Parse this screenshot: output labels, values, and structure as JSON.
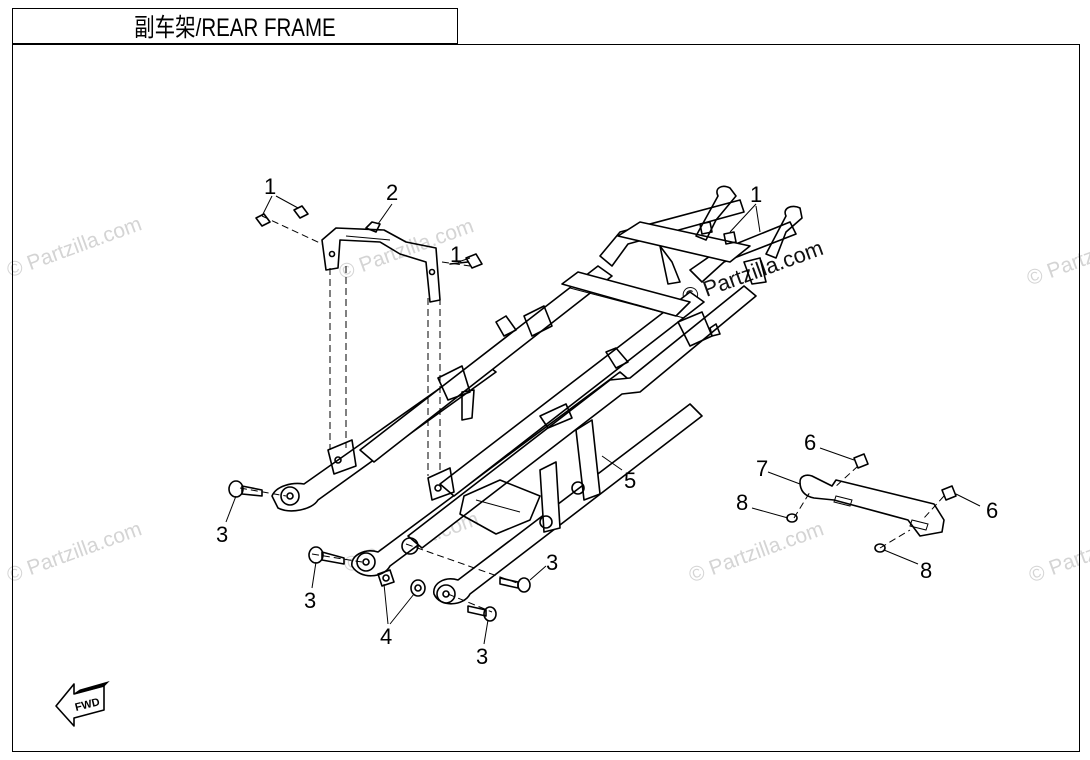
{
  "title": "副车架/REAR FRAME",
  "watermark": "© Partzilla.com",
  "fwd_label": "FWD",
  "callouts": {
    "c1a": "1",
    "c1b": "1",
    "c1c": "1",
    "c2": "2",
    "c3a": "3",
    "c3b": "3",
    "c3c": "3",
    "c3d": "3",
    "c4": "4",
    "c5": "5",
    "c6a": "6",
    "c6b": "6",
    "c7": "7",
    "c8a": "8",
    "c8b": "8"
  },
  "colors": {
    "line": "#000000",
    "watermark": "#d4d4d4"
  }
}
